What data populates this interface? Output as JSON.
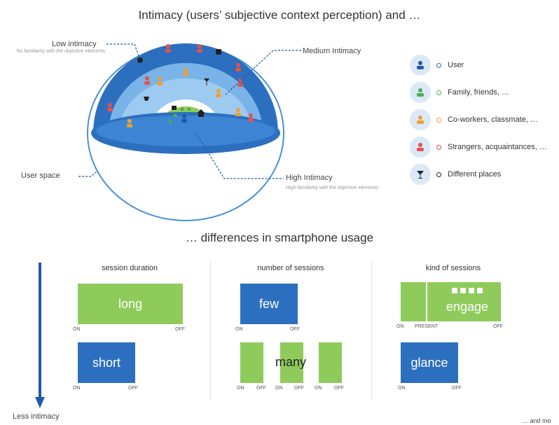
{
  "title_top": "Intimacy (users’ subjective context perception) and …",
  "title_bottom": "… differences in smartphone usage",
  "diagram": {
    "low_intimacy": "Low intimacy",
    "low_intimacy_sub": "No familiarity with the objective elements",
    "medium_intimacy": "Medium Intimacy",
    "high_intimacy": "High Intimacy",
    "high_intimacy_sub": "High familiarity with the objective elements",
    "user_space": "User space"
  },
  "legend": [
    {
      "icon": "user-icon",
      "color": "#1f5aa6",
      "label": "User"
    },
    {
      "icon": "person-icon",
      "color": "#4cae4f",
      "label": "Family, friends, …"
    },
    {
      "icon": "person-icon",
      "color": "#f0a030",
      "label": "Co-workers, classmate, …"
    },
    {
      "icon": "person-icon",
      "color": "#e8504a",
      "label": "Strangers, acquaintances, …"
    },
    {
      "icon": "cocktail-icon",
      "color": "#222222",
      "label": "Different places"
    }
  ],
  "columns": {
    "duration": {
      "title": "session duration",
      "long": "long",
      "short": "short",
      "on": "ON",
      "off": "OFF"
    },
    "number": {
      "title": "number of sessions",
      "few": "few",
      "many": "many",
      "on": "ON",
      "off": "OFF"
    },
    "kind": {
      "title": "kind of sessions",
      "engage": "engage",
      "glance": "glance",
      "on": "ON",
      "present": "PRESENT",
      "off": "OFF"
    }
  },
  "less_intimacy": "Less intimacy",
  "and_more": "… and mo",
  "colors": {
    "green": "#8fcb5b",
    "blue": "#2d6fbf",
    "dark_blue": "#1f5aa6",
    "light_blue": "#dbe9f7"
  }
}
